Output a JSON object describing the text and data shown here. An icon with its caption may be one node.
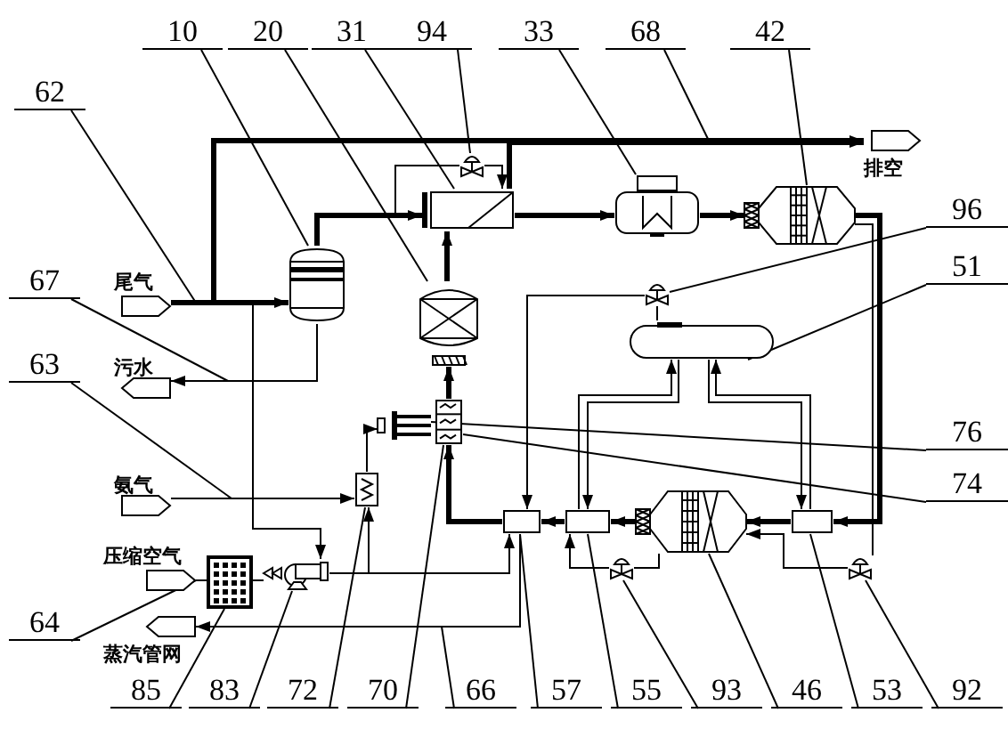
{
  "diagram": {
    "nodes": [
      {
        "text": [
          "10"
        ]
      },
      {
        "text": [
          "20"
        ]
      },
      {
        "text": [
          "31"
        ]
      },
      {
        "text": [
          "94"
        ]
      },
      {
        "text": [
          "33"
        ]
      },
      {
        "text": [
          "68"
        ]
      },
      {
        "text": [
          "42"
        ]
      },
      {
        "text": [
          "62"
        ]
      },
      {
        "text": [
          "96"
        ]
      },
      {
        "text": [
          "51"
        ]
      },
      {
        "text": [
          "67"
        ]
      },
      {
        "text": [
          "63"
        ]
      },
      {
        "text": [
          "76"
        ]
      },
      {
        "text": [
          "74"
        ]
      },
      {
        "text": [
          "64"
        ]
      },
      {
        "text": [
          "85"
        ]
      },
      {
        "text": [
          "83"
        ]
      },
      {
        "text": [
          "72"
        ]
      },
      {
        "text": [
          "70"
        ]
      },
      {
        "text": [
          "66"
        ]
      },
      {
        "text": [
          "57"
        ]
      },
      {
        "text": [
          "55"
        ]
      },
      {
        "text": [
          "93"
        ]
      },
      {
        "text": [
          "46"
        ]
      },
      {
        "text": [
          "53"
        ]
      },
      {
        "text": [
          "92"
        ]
      },
      {
        "text": [
          "尾气"
        ]
      },
      {
        "text": [
          "污水"
        ]
      },
      {
        "text": [
          "氨气"
        ]
      },
      {
        "text": [
          "压缩空气"
        ]
      },
      {
        "text": [
          "蒸汽管网"
        ]
      },
      {
        "text": [
          "排空"
        ]
      },
      {
        "text": [],
        "shape": "cylinder"
      },
      {
        "text": [],
        "shape": "cylinder"
      },
      {
        "text": [],
        "shape": "box"
      },
      {
        "text": [],
        "shape": "box"
      },
      {
        "text": [],
        "shape": "cylinder"
      },
      {
        "text": [],
        "shape": "cylinder"
      },
      {
        "text": [],
        "shape": "box"
      },
      {
        "text": [],
        "shape": "box"
      },
      {
        "text": [],
        "shape": "box"
      },
      {
        "text": [],
        "shape": "box"
      },
      {
        "text": [],
        "shape": "circle"
      },
      {
        "text": [],
        "shape": "box"
      },
      {
        "text": [],
        "shape": "box"
      },
      {
        "text": [],
        "shape": "cylinder"
      },
      {
        "text": [],
        "shape": "box"
      },
      {
        "text": [],
        "shape": "valve"
      },
      {
        "text": [],
        "shape": "valve"
      },
      {
        "text": [],
        "shape": "valve"
      },
      {
        "text": [],
        "shape": "valve"
      }
    ],
    "edges": [
      {
        "from": 0,
        "to": 32,
        "arrow": "none"
      },
      {
        "from": 1,
        "to": 33,
        "arrow": "none"
      },
      {
        "from": 2,
        "to": 34,
        "arrow": "none"
      },
      {
        "from": 3,
        "to": 47,
        "arrow": "none"
      },
      {
        "from": 4,
        "to": 35,
        "arrow": "none"
      },
      {
        "from": 5,
        "to": null,
        "arrow": "none"
      },
      {
        "from": 6,
        "to": 36,
        "arrow": "none"
      },
      {
        "from": 7,
        "to": null,
        "arrow": "none"
      },
      {
        "from": 8,
        "to": 48,
        "arrow": "none"
      },
      {
        "from": 9,
        "to": 37,
        "arrow": "none"
      },
      {
        "from": 10,
        "to": null,
        "arrow": "none"
      },
      {
        "from": 11,
        "to": null,
        "arrow": "none"
      },
      {
        "from": 12,
        "to": 39,
        "arrow": "none"
      },
      {
        "from": 13,
        "to": 38,
        "arrow": "none"
      },
      {
        "from": 14,
        "to": 29,
        "arrow": "none"
      },
      {
        "from": 15,
        "to": 41,
        "arrow": "none"
      },
      {
        "from": 16,
        "to": 42,
        "arrow": "none"
      },
      {
        "from": 17,
        "to": 40,
        "arrow": "none"
      },
      {
        "from": 18,
        "to": 38,
        "arrow": "none"
      },
      {
        "from": 19,
        "to": null,
        "arrow": "none"
      },
      {
        "from": 20,
        "to": 43,
        "arrow": "none"
      },
      {
        "from": 21,
        "to": 44,
        "arrow": "none"
      },
      {
        "from": 22,
        "to": 49,
        "arrow": "none"
      },
      {
        "from": 23,
        "to": 45,
        "arrow": "none"
      },
      {
        "from": 24,
        "to": 46,
        "arrow": "none"
      },
      {
        "from": 25,
        "to": 50,
        "arrow": "none"
      },
      {
        "from": 26,
        "to": 32,
        "arrow": "to",
        "style": "thick"
      },
      {
        "from": 26,
        "to": 31,
        "arrow": "to",
        "style": "thick"
      },
      {
        "from": 32,
        "to": 34,
        "arrow": "to",
        "style": "thick"
      },
      {
        "from": 33,
        "to": 34,
        "arrow": "to",
        "style": "thick"
      },
      {
        "from": 34,
        "to": 31,
        "arrow": "to",
        "style": "thick"
      },
      {
        "from": 34,
        "to": 35,
        "arrow": "to",
        "style": "thick"
      },
      {
        "from": 35,
        "to": 36,
        "arrow": "to",
        "style": "thick"
      },
      {
        "from": 36,
        "to": 46,
        "arrow": "to",
        "style": "thick"
      },
      {
        "from": 46,
        "to": 45,
        "arrow": "to",
        "style": "thick"
      },
      {
        "from": 45,
        "to": 44,
        "arrow": "to",
        "style": "thick"
      },
      {
        "from": 44,
        "to": 43,
        "arrow": "to",
        "style": "thick"
      },
      {
        "from": 43,
        "to": 38,
        "arrow": "to",
        "style": "thick"
      },
      {
        "from": 38,
        "to": 33,
        "arrow": "to",
        "style": "thick"
      },
      {
        "from": 32,
        "to": 27,
        "arrow": "to"
      },
      {
        "from": 28,
        "to": 40,
        "arrow": "to"
      },
      {
        "from": 40,
        "to": 39,
        "arrow": "to"
      },
      {
        "from": 29,
        "to": 41,
        "arrow": "none"
      },
      {
        "from": 41,
        "to": 42,
        "arrow": "none"
      },
      {
        "from": 42,
        "to": 40,
        "arrow": "to"
      },
      {
        "from": 42,
        "to": 43,
        "arrow": "to"
      },
      {
        "from": 43,
        "to": 30,
        "arrow": "to"
      },
      {
        "from": 26,
        "to": 42,
        "arrow": "to"
      },
      {
        "from": 44,
        "to": 37,
        "arrow": "to"
      },
      {
        "from": 37,
        "to": 44,
        "arrow": "to"
      },
      {
        "from": 46,
        "to": 37,
        "arrow": "to"
      },
      {
        "from": 37,
        "to": 46,
        "arrow": "to"
      },
      {
        "from": 37,
        "to": 48,
        "arrow": "none"
      },
      {
        "from": 48,
        "to": 43,
        "arrow": "to"
      },
      {
        "from": 32,
        "to": 47,
        "arrow": "none"
      },
      {
        "from": 47,
        "to": 34,
        "arrow": "to"
      },
      {
        "from": 45,
        "to": 49,
        "arrow": "none"
      },
      {
        "from": 49,
        "to": 44,
        "arrow": "to"
      },
      {
        "from": 36,
        "to": 50,
        "arrow": "none"
      },
      {
        "from": 50,
        "to": 45,
        "arrow": "to"
      }
    ]
  }
}
